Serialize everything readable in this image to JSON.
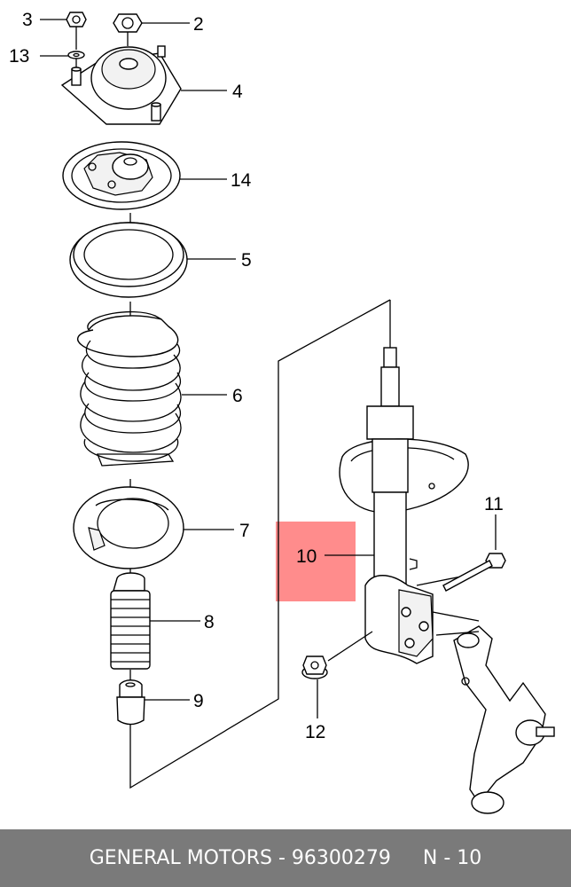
{
  "callouts": [
    {
      "id": "c3",
      "label": "3"
    },
    {
      "id": "c2",
      "label": "2"
    },
    {
      "id": "c13",
      "label": "13"
    },
    {
      "id": "c4",
      "label": "4"
    },
    {
      "id": "c14",
      "label": "14"
    },
    {
      "id": "c5",
      "label": "5"
    },
    {
      "id": "c6",
      "label": "6"
    },
    {
      "id": "c7",
      "label": "7"
    },
    {
      "id": "c8",
      "label": "8"
    },
    {
      "id": "c9",
      "label": "9"
    },
    {
      "id": "c10",
      "label": "10"
    },
    {
      "id": "c11",
      "label": "11"
    },
    {
      "id": "c12",
      "label": "12"
    }
  ],
  "highlighted_part": "10",
  "highlight_color": "#ff6f6f",
  "footer": {
    "brand_part": "GENERAL MOTORS - 96300279",
    "ref": "N - 10"
  }
}
